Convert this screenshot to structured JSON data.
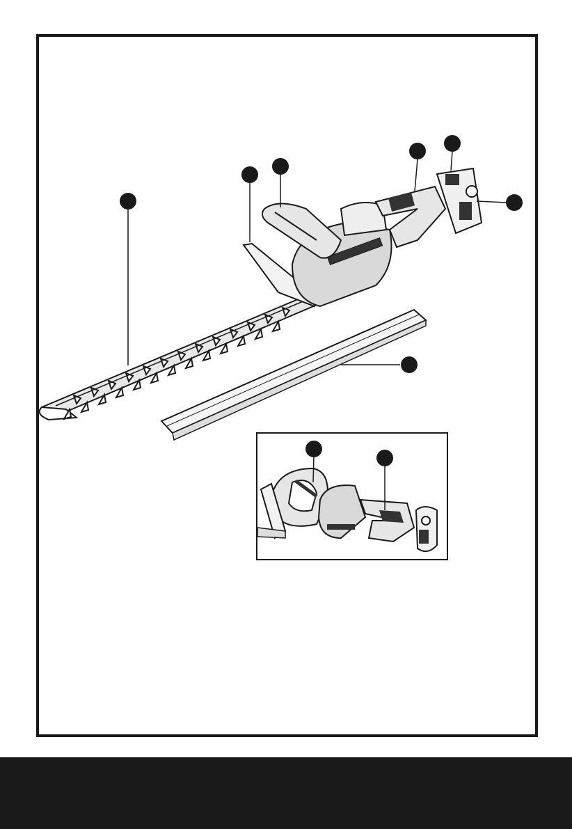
{
  "diagram": {
    "callouts": [
      {
        "name": "blade-callout"
      },
      {
        "name": "hand-guard-callout"
      },
      {
        "name": "front-handle-callout"
      },
      {
        "name": "rear-handle-callout"
      },
      {
        "name": "battery-callout"
      },
      {
        "name": "battery-release-callout"
      },
      {
        "name": "blade-sheath-callout"
      },
      {
        "name": "inset-front-switch-callout"
      },
      {
        "name": "inset-rear-switch-callout"
      }
    ],
    "colors": {
      "ink": "#1a1a1a",
      "fill": "#d9d9d9",
      "dark": "#333333"
    }
  }
}
